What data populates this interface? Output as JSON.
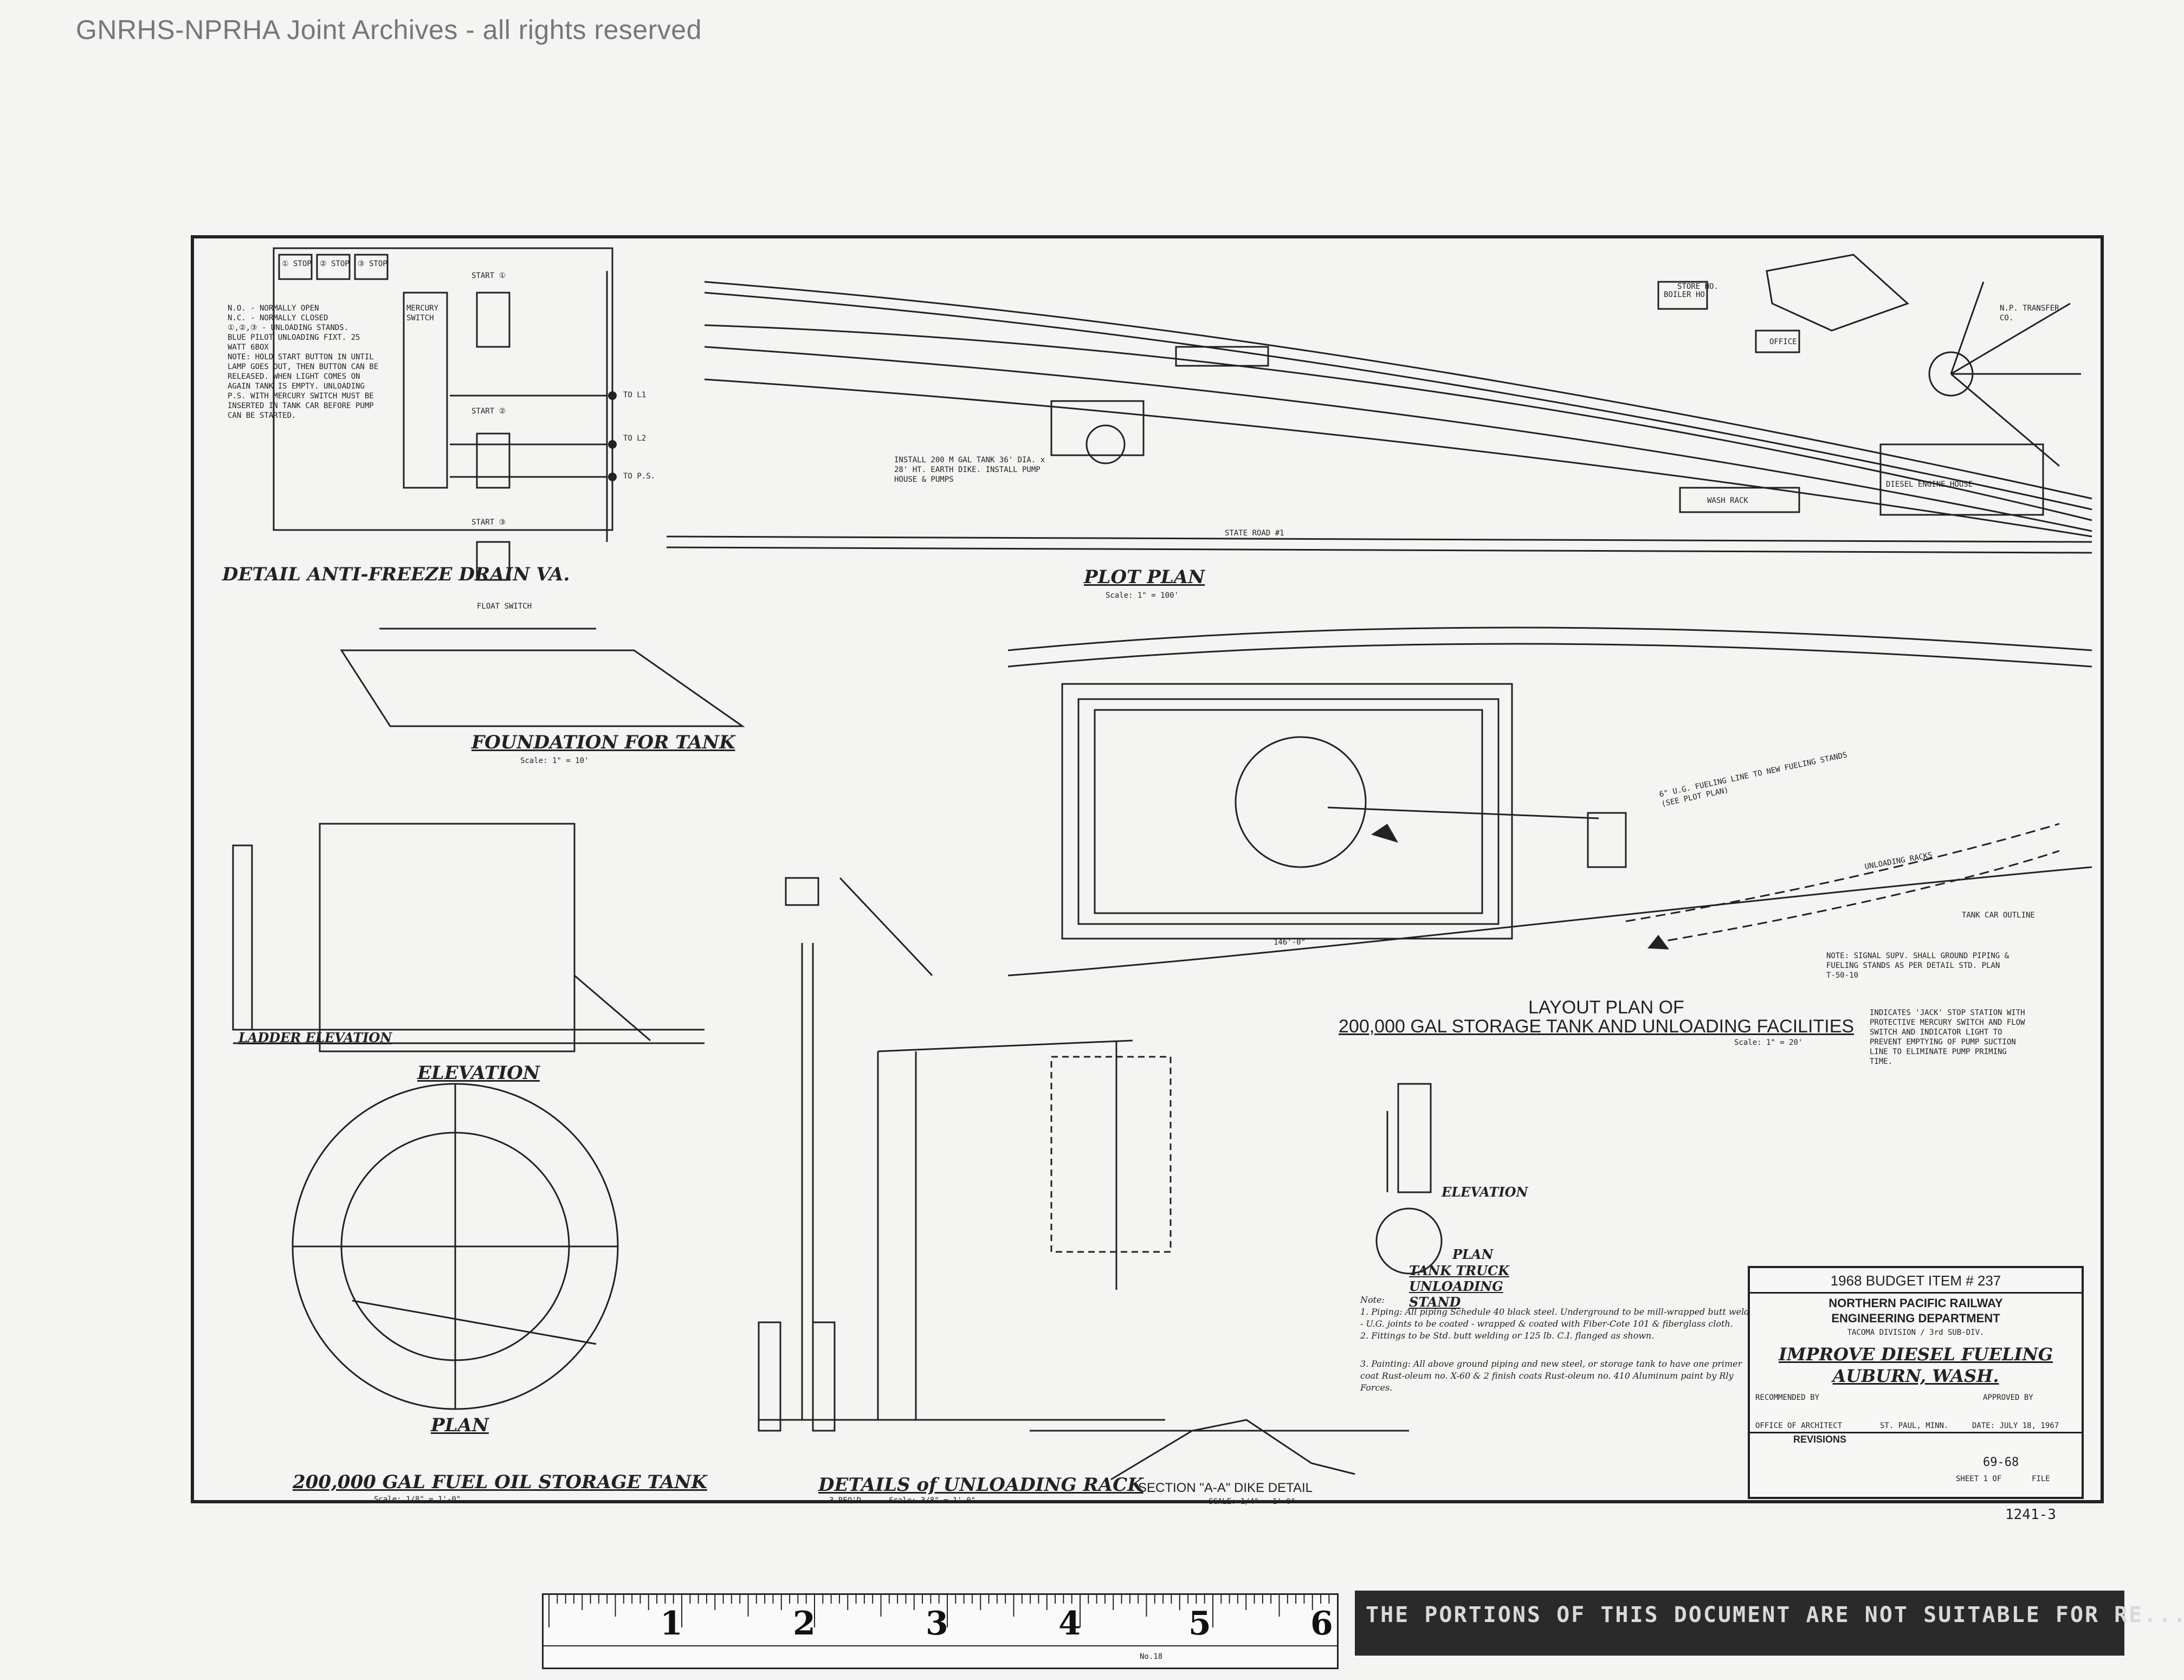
{
  "watermark": "GNRHS-NPRHA Joint Archives - all rights reserved",
  "legend": {
    "no": "N.O. - NORMALLY OPEN",
    "nc": "N.C. - NORMALLY CLOSED",
    "stands": "①,②,③ - UNLOADING STANDS.",
    "pilot": "BLUE PILOT UNLOADING FIXT. 25 WATT 6BOX",
    "note": "NOTE: HOLD START BUTTON IN UNTIL LAMP GOES OUT, THEN BUTTON CAN BE RELEASED. WHEN LIGHT COMES ON AGAIN TANK IS EMPTY. UNLOADING P.S. WITH MERCURY SWITCH MUST BE INSERTED IN TANK CAR BEFORE PUMP CAN BE STARTED."
  },
  "wiring": {
    "stop1": "① STOP",
    "stop2": "② STOP",
    "stop3": "③ STOP",
    "start1": "START ①",
    "start2": "START ②",
    "start3": "START ③",
    "to_l1": "TO L1",
    "to_l2": "TO L2",
    "to_ps": "TO P.S.",
    "mercury": "MERCURY SWITCH",
    "float": "FLOAT SWITCH"
  },
  "views": {
    "plot_plan": "PLOT PLAN",
    "plot_scale": "Scale: 1\" = 100'",
    "foundation": "FOUNDATION FOR TANK",
    "foundation_scale": "Scale: 1\" = 10'",
    "elevation": "ELEVATION",
    "plan": "PLAN",
    "tank_title": "200,000 GAL FUEL OIL STORAGE TANK",
    "tank_scale": "Scale: 1/8\" = 1'-0\"",
    "layout_1": "LAYOUT PLAN OF",
    "layout_2": "200,000 GAL STORAGE TANK AND UNLOADING FACILITIES",
    "layout_scale": "Scale: 1\" = 20'",
    "unloading_title": "DETAILS of UNLOADING RACK",
    "unloading_sub": "3 REQ'D",
    "unloading_scale": "Scale: 3/8\" = 1'-0\"",
    "section": "SECTION \"A-A\" DIKE DETAIL",
    "section_scale": "SCALE: 1/4\" = 1'-0\"",
    "truck_plan": "PLAN",
    "truck_title": "TANK TRUCK UNLOADING STAND",
    "truck_elev": "ELEVATION",
    "detail_drain": "DETAIL ANTI-FREEZE DRAIN VA.",
    "ladder_elev": "LADDER ELEVATION"
  },
  "plot_labels": {
    "diesel_house": "DIESEL ENGINE HOUSE",
    "wash_rack": "WASH RACK",
    "office": "OFFICE",
    "boiler": "BOILER HO.",
    "state_road": "STATE ROAD #1",
    "store": "STORE HO.",
    "roundhouse": "N.P. TRANSFER CO.",
    "install": "INSTALL 200 M GAL TANK 36' DIA. x 28' HT. EARTH DIKE. INSTALL PUMP HOUSE & PUMPS"
  },
  "layout_labels": {
    "fueling_line": "6\" U.G. FUELING LINE TO NEW FUELING STANDS (SEE PLOT PLAN)",
    "unloading_racks": "UNLOADING RACKS",
    "track_outline": "TANK CAR OUTLINE",
    "note": "NOTE: SIGNAL SUPV. SHALL GROUND PIPING & FUELING STANDS AS PER DETAIL STD. PLAN T-50-10",
    "indicates": "INDICATES 'JACK' STOP STATION WITH PROTECTIVE MERCURY SWITCH AND FLOW SWITCH AND INDICATOR LIGHT TO PREVENT EMPTYING OF PUMP SUCTION LINE TO ELIMINATE PUMP PRIMING TIME.",
    "dim": "146'-0\""
  },
  "notes": {
    "head": "Note:",
    "n1": "1. Piping: All piping Schedule 40 black steel. Underground to be mill-wrapped butt weld - U.G. joints to be coated - wrapped & coated with Fiber-Cote 101 & fiberglass cloth.",
    "n2": "2. Fittings to be Std. butt welding or 125 lb. C.I. flanged as shown.",
    "n3": "3. Painting: All above ground piping and new steel, or storage tank to have one primer coat Rust-oleum no. X-60 & 2 finish coats Rust-oleum no. 410 Aluminum paint by Rly Forces."
  },
  "title_block": {
    "budget": "1968 BUDGET ITEM # 237",
    "railway": "NORTHERN PACIFIC RAILWAY",
    "dept": "ENGINEERING DEPARTMENT",
    "division": "TACOMA DIVISION / 3rd SUB-DIV.",
    "project1": "IMPROVE DIESEL FUELING",
    "project2": "AUBURN, WASH.",
    "recommended": "RECOMMENDED BY",
    "approved": "APPROVED BY",
    "office": "OFFICE OF ARCHITECT",
    "city": "ST. PAUL, MINN.",
    "date": "DATE: JULY 18, 1967",
    "revisions": "REVISIONS",
    "sheet": "SHEET 1 OF",
    "file": "FILE",
    "number": "69-68",
    "stamp": "1241-3"
  },
  "ruler": {
    "marks": [
      "1",
      "2",
      "3",
      "4",
      "5",
      "6"
    ],
    "label": "No.18"
  },
  "footer_notice": "THE PORTIONS OF THIS DOCUMENT ARE NOT SUITABLE FOR RE..."
}
